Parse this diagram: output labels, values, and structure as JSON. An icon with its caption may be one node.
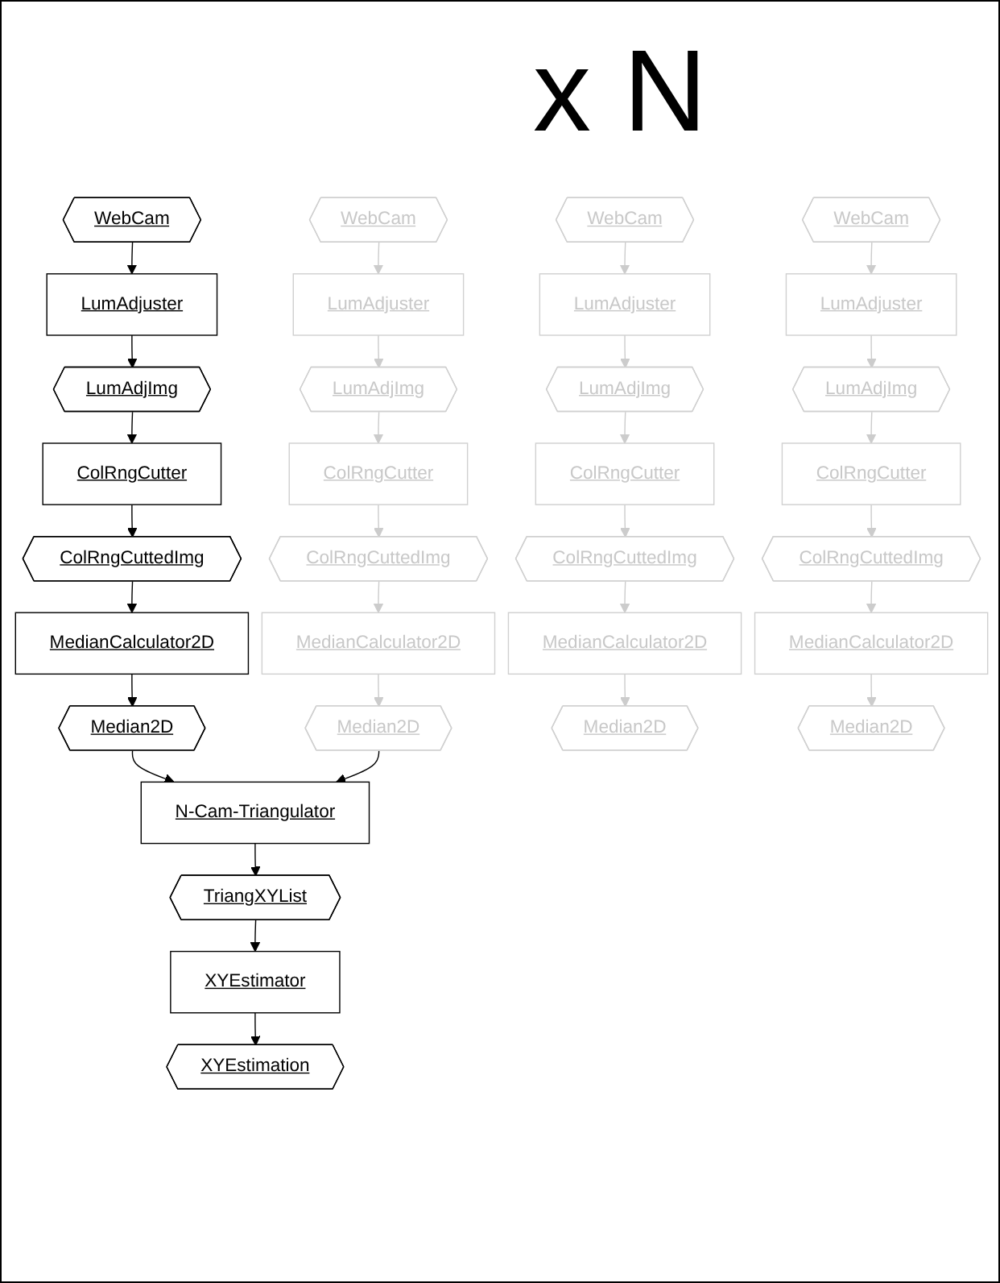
{
  "diagram": {
    "nodes": [
      {
        "text": [
          "WebCam"
        ]
      },
      {
        "text": [
          "LumAdjuster"
        ]
      },
      {
        "text": [
          "LumAdjImg"
        ]
      },
      {
        "text": [
          "ColRngCutter"
        ]
      },
      {
        "text": [
          "ColRngCuttedImg"
        ]
      },
      {
        "text": [
          "MedianCalculator2D"
        ]
      },
      {
        "text": [
          "Median2D"
        ]
      },
      {
        "text": [
          "WebCam"
        ]
      },
      {
        "text": [
          "LumAdjuster"
        ]
      },
      {
        "text": [
          "LumAdjImg"
        ]
      },
      {
        "text": [
          "ColRngCutter"
        ]
      },
      {
        "text": [
          "ColRngCuttedImg"
        ]
      },
      {
        "text": [
          "MedianCalculator2D"
        ]
      },
      {
        "text": [
          "Median2D"
        ]
      },
      {
        "text": [
          "WebCam"
        ]
      },
      {
        "text": [
          "LumAdjuster"
        ]
      },
      {
        "text": [
          "LumAdjImg"
        ]
      },
      {
        "text": [
          "ColRngCutter"
        ]
      },
      {
        "text": [
          "ColRngCuttedImg"
        ]
      },
      {
        "text": [
          "MedianCalculator2D"
        ]
      },
      {
        "text": [
          "Median2D"
        ]
      },
      {
        "text": [
          "WebCam"
        ]
      },
      {
        "text": [
          "LumAdjuster"
        ]
      },
      {
        "text": [
          "LumAdjImg"
        ]
      },
      {
        "text": [
          "ColRngCutter"
        ]
      },
      {
        "text": [
          "ColRngCuttedImg"
        ]
      },
      {
        "text": [
          "MedianCalculator2D"
        ]
      },
      {
        "text": [
          "Median2D"
        ]
      },
      {
        "text": [
          "N-Cam-Triangulator"
        ]
      },
      {
        "text": [
          "TriangXYList"
        ]
      },
      {
        "text": [
          "XYEstimator"
        ]
      },
      {
        "text": [
          "XYEstimation"
        ]
      }
    ],
    "edges": [
      {
        "from": 0,
        "to": 1,
        "arrow": "to",
        "color": "#000000"
      },
      {
        "from": 1,
        "to": 2,
        "arrow": "to",
        "color": "#000000"
      },
      {
        "from": 2,
        "to": 3,
        "arrow": "to",
        "color": "#000000"
      },
      {
        "from": 3,
        "to": 4,
        "arrow": "to",
        "color": "#000000"
      },
      {
        "from": 4,
        "to": 5,
        "arrow": "to",
        "color": "#000000"
      },
      {
        "from": 5,
        "to": 6,
        "arrow": "to",
        "color": "#000000"
      },
      {
        "from": 7,
        "to": 8,
        "arrow": "to"
      },
      {
        "from": 8,
        "to": 9,
        "arrow": "to"
      },
      {
        "from": 9,
        "to": 10,
        "arrow": "to"
      },
      {
        "from": 10,
        "to": 11,
        "arrow": "to"
      },
      {
        "from": 11,
        "to": 12,
        "arrow": "to"
      },
      {
        "from": 12,
        "to": 13,
        "arrow": "to"
      },
      {
        "from": 14,
        "to": 15,
        "arrow": "to"
      },
      {
        "from": 15,
        "to": 16,
        "arrow": "to"
      },
      {
        "from": 16,
        "to": 17,
        "arrow": "to"
      },
      {
        "from": 17,
        "to": 18,
        "arrow": "to"
      },
      {
        "from": 18,
        "to": 19,
        "arrow": "to"
      },
      {
        "from": 19,
        "to": 20,
        "arrow": "to"
      },
      {
        "from": 21,
        "to": 22,
        "arrow": "to"
      },
      {
        "from": 22,
        "to": 23,
        "arrow": "to"
      },
      {
        "from": 23,
        "to": 24,
        "arrow": "to"
      },
      {
        "from": 24,
        "to": 25,
        "arrow": "to"
      },
      {
        "from": 25,
        "to": 26,
        "arrow": "to"
      },
      {
        "from": 26,
        "to": 27,
        "arrow": "to"
      },
      {
        "from": 6,
        "to": 28,
        "arrow": "to",
        "color": "#000000"
      },
      {
        "from": 13,
        "to": 28,
        "arrow": "to",
        "color": "#000000"
      },
      {
        "from": 28,
        "to": 29,
        "arrow": "to",
        "color": "#000000"
      },
      {
        "from": 29,
        "to": 30,
        "arrow": "to",
        "color": "#000000"
      },
      {
        "from": 30,
        "to": 31,
        "arrow": "to",
        "color": "#000000"
      }
    ],
    "labels": [
      "x N"
    ]
  }
}
